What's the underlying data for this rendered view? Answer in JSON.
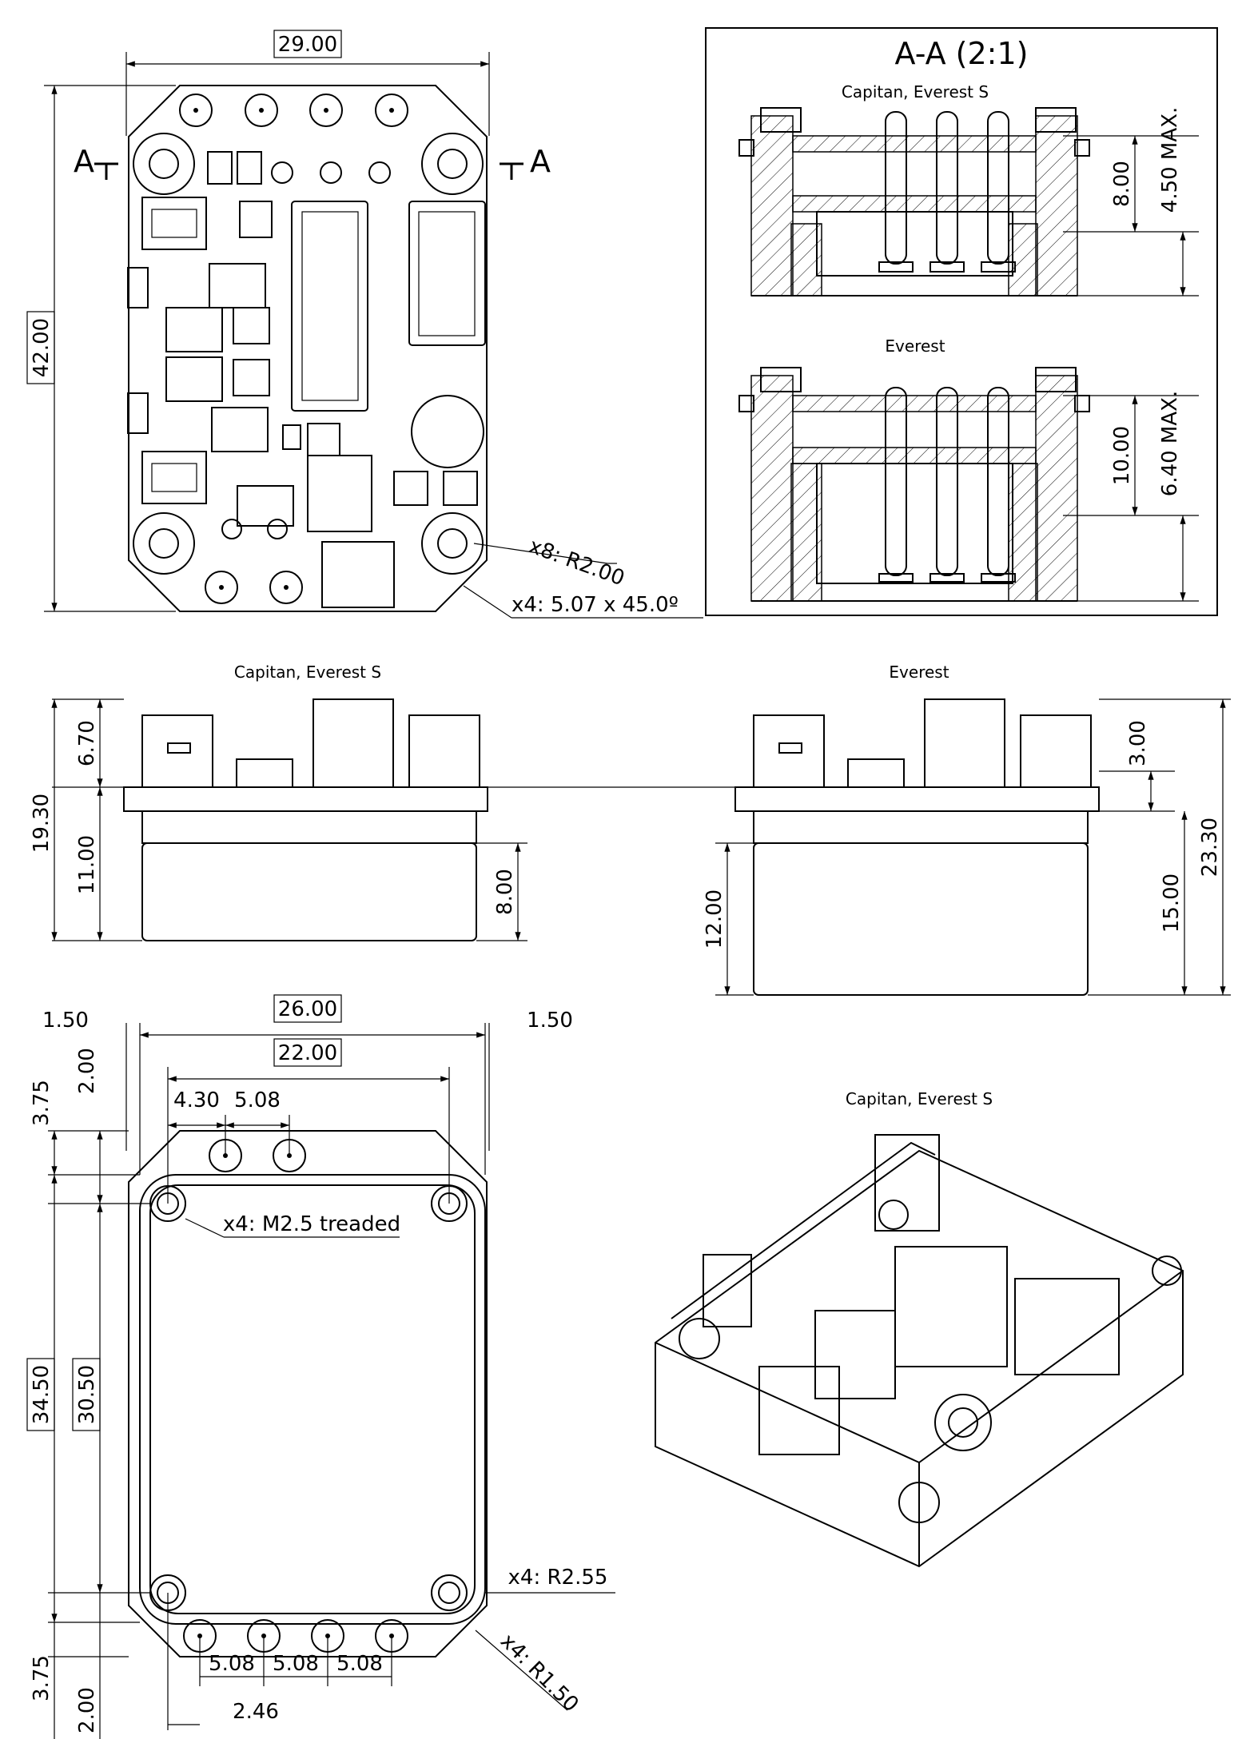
{
  "top_view": {
    "dim_width": "29.00",
    "dim_height": "42.00",
    "section_marker": "A",
    "callout_radius": "x8: R2.00",
    "callout_chamfer": "x4: 5.07 x 45.0º"
  },
  "section_view": {
    "title": "A-A (2:1)",
    "upper_label": "Capitan, Everest S",
    "upper_dim_a": "8.00",
    "upper_dim_b": "4.50 MAX.",
    "lower_label": "Everest",
    "lower_dim_a": "10.00",
    "lower_dim_b": "6.40 MAX."
  },
  "side_left": {
    "label": "Capitan, Everest S",
    "dim_total": "19.30",
    "dim_top": "6.70",
    "dim_bottom": "11.00",
    "dim_heatsink": "8.00"
  },
  "side_right": {
    "label": "Everest",
    "dim_heatsink": "12.00",
    "dim_top": "3.00",
    "dim_lower": "15.00",
    "dim_total": "23.30"
  },
  "bottom_view": {
    "dim_outer_width": "26.00",
    "dim_inner_width": "22.00",
    "dim_left_margin": "1.50",
    "dim_right_margin": "1.50",
    "dim_top_offset": "3.75",
    "dim_top_small": "2.00",
    "dim_pin_offset": "4.30",
    "dim_pin_pitch_top": "5.08",
    "dim_outer_height": "34.50",
    "dim_inner_height": "30.50",
    "callout_thread": "x4: M2.5 treaded",
    "callout_corner_radius": "x4: R2.55",
    "callout_small_radius": "x4: R1.50",
    "dim_pitch_1": "5.08",
    "dim_pitch_2": "5.08",
    "dim_pitch_3": "5.08",
    "dim_bottom_offset": "3.75",
    "dim_bottom_small": "2.00",
    "dim_pin_start": "2.46"
  },
  "iso_view": {
    "label": "Capitan, Everest S"
  }
}
